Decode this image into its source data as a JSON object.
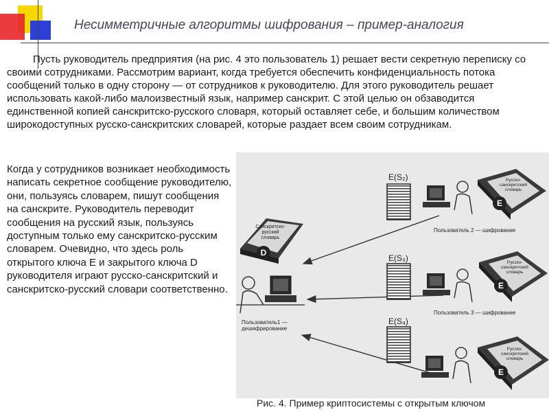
{
  "slide": {
    "title": "Несимметричные алгоритмы шифрования – пример-аналогия",
    "intro_text": "Пусть руководитель предприятия (на рис. 4 это пользователь 1) решает вести секретную переписку со своими сотрудниками. Рассмотрим вариант, когда требуется обеспечить конфиденциальность потока сообщений только в одну сторону — от сотрудников к руководителю. Для этого руководитель решает использовать какой-либо малоизвестный язык, например санскрит. С этой целью он обзаводится единственной копией санскритско-русского словаря, который оставляет себе, и большим количеством широкодоступных русско-санскритских словарей, которые раздает всем своим сотрудникам.",
    "side_text": "Когда у сотрудников возникает необходимость написать секретное сообщение руководителю, они, пользуясь словарем, пишут сообщения на санскрите. Руководитель переводит сообщения на русский язык, пользуясь доступным только ему санскритско-русским словарем. Очевидно, что здесь роль открытого ключа E и закрытого ключа D руководителя играют русско-санскритский и санскритско-русский словари соответственно."
  },
  "figure": {
    "caption": "Рис. 4. Пример криптосистемы с открытым ключом",
    "receiver": {
      "label_line1": "Пользователь1 —",
      "label_line2": "дешифрирование",
      "book_title_line1": "Санскритско-",
      "book_title_line2": "русский",
      "book_title_line3": "словарь",
      "book_letter": "D"
    },
    "senders": [
      {
        "message_label": "E(S₂)",
        "user_label": "Пользователь 2 — шифрование",
        "book_title_line1": "Русско-",
        "book_title_line2": "санскритский",
        "book_title_line3": "словарь",
        "book_letter": "E"
      },
      {
        "message_label": "E(S₃)",
        "user_label": "Пользователь 3 — шифрование",
        "book_title_line1": "Русско-",
        "book_title_line2": "санскритский",
        "book_title_line3": "словарь",
        "book_letter": "E"
      },
      {
        "message_label": "E(S₄)",
        "user_label": "",
        "book_title_line1": "Русско-",
        "book_title_line2": "санскритский",
        "book_title_line3": "словарь",
        "book_letter": "E"
      }
    ]
  }
}
